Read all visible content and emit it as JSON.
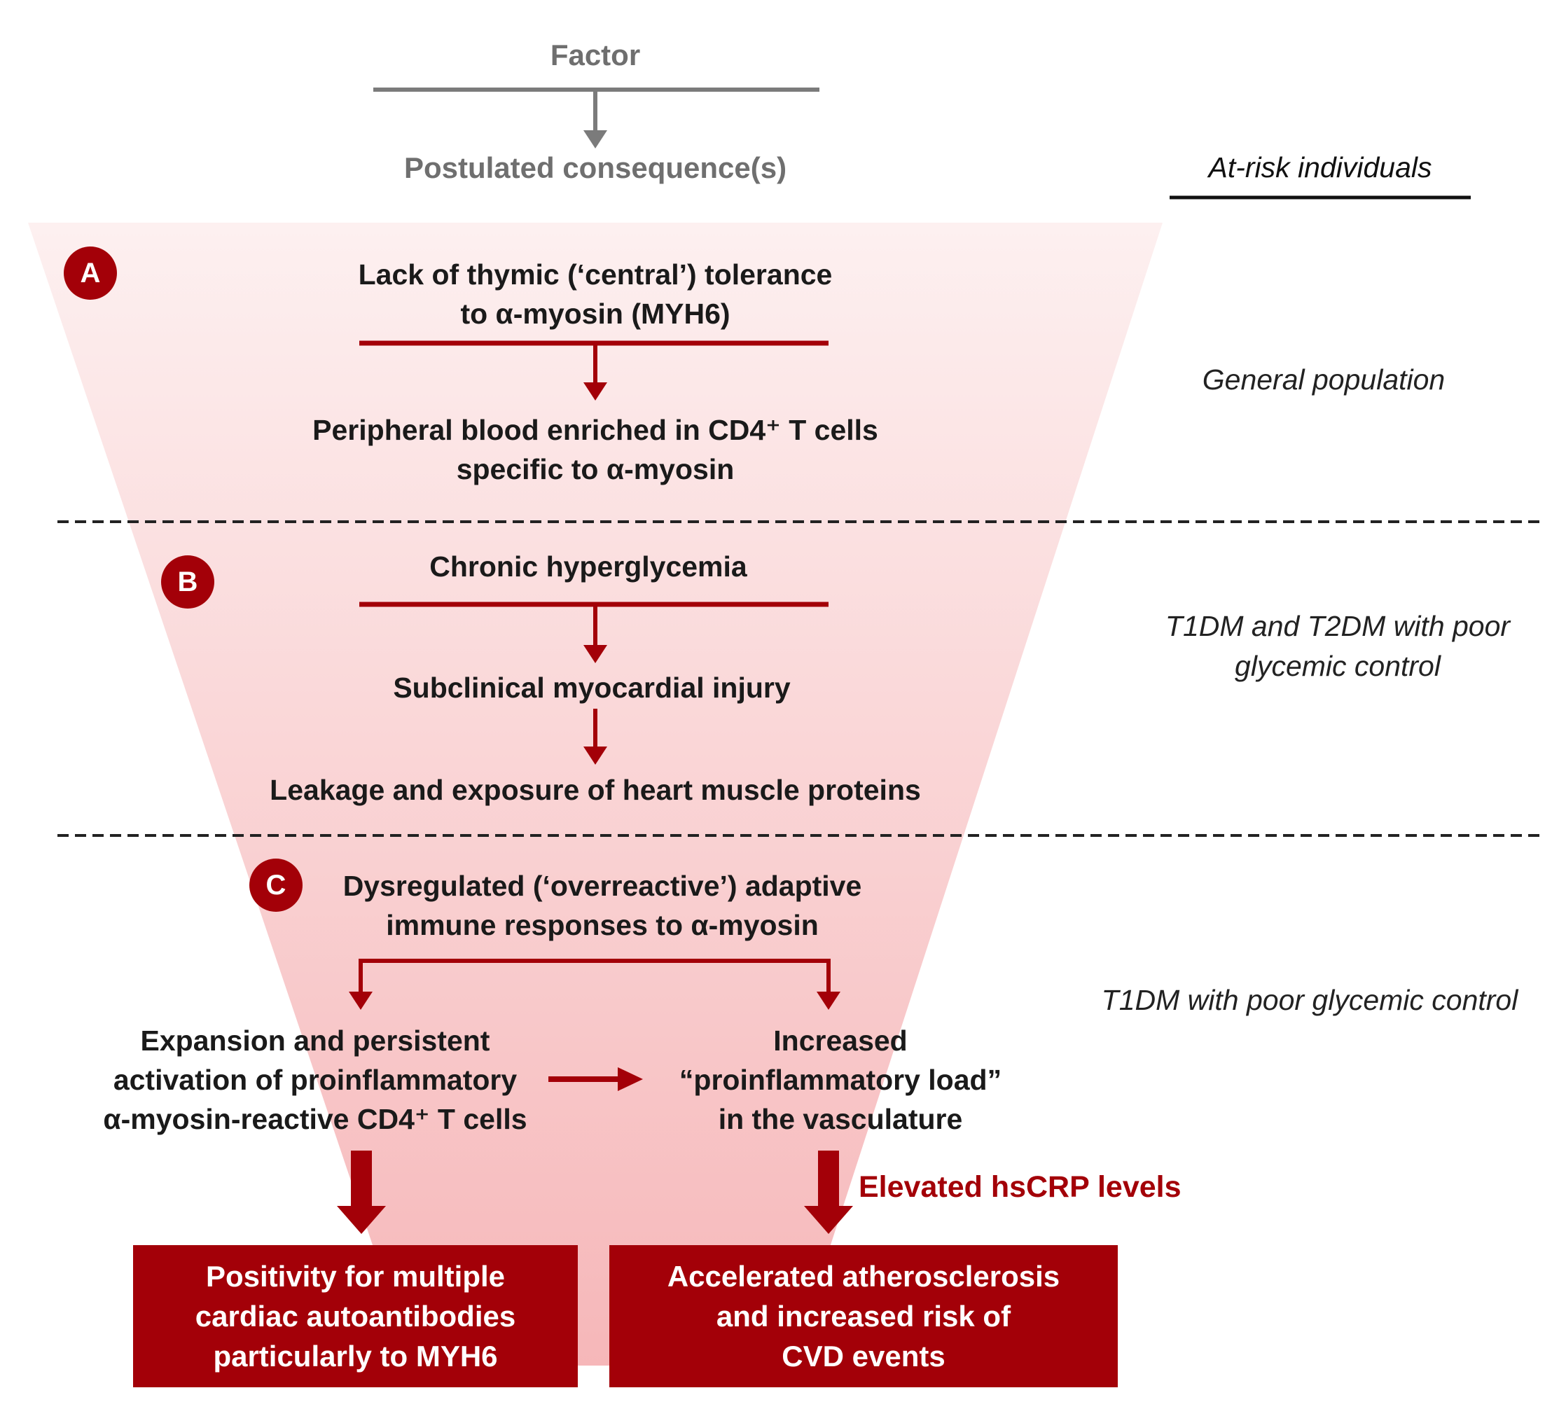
{
  "colors": {
    "accent": "#a30008",
    "funnel_top": "#fdf0f0",
    "funnel_bottom": "#f6b7b9",
    "legend_gray": "#7b7b7b",
    "dashed": "#222222"
  },
  "legend": {
    "factor_label": "Factor",
    "consequence_label": "Postulated consequence(s)",
    "risk_header": "At-risk individuals"
  },
  "sections": [
    {
      "badge": "A",
      "risk_group": [
        "General population"
      ],
      "factor": [
        "Lack of thymic (‘central’) tolerance",
        "to α-myosin (MYH6)"
      ],
      "consequence": [
        "Peripheral blood enriched in CD4⁺ T cells",
        "specific to α-myosin"
      ]
    },
    {
      "badge": "B",
      "risk_group": [
        "T1DM and T2DM with poor",
        "glycemic control"
      ],
      "factor": [
        "Chronic hyperglycemia"
      ],
      "consequence": [
        "Subclinical myocardial injury"
      ],
      "consequence2": [
        "Leakage and exposure of heart muscle proteins"
      ]
    },
    {
      "badge": "C",
      "risk_group": [
        "T1DM with poor glycemic control"
      ],
      "factor": [
        "Dysregulated (‘overreactive’) adaptive",
        "immune responses to α-myosin"
      ],
      "left_consequence": [
        "Expansion and persistent",
        "activation of proinflammatory",
        "α-myosin-reactive CD4⁺ T cells"
      ],
      "right_consequence": [
        "Increased",
        "“proinflammatory load”",
        "in the vasculature"
      ],
      "marker_label": "Elevated hsCRP levels",
      "outcome_left": [
        "Positivity for multiple",
        "cardiac autoantibodies",
        "particularly to MYH6"
      ],
      "outcome_right": [
        "Accelerated atherosclerosis",
        "and increased risk of",
        "CVD events"
      ]
    }
  ]
}
